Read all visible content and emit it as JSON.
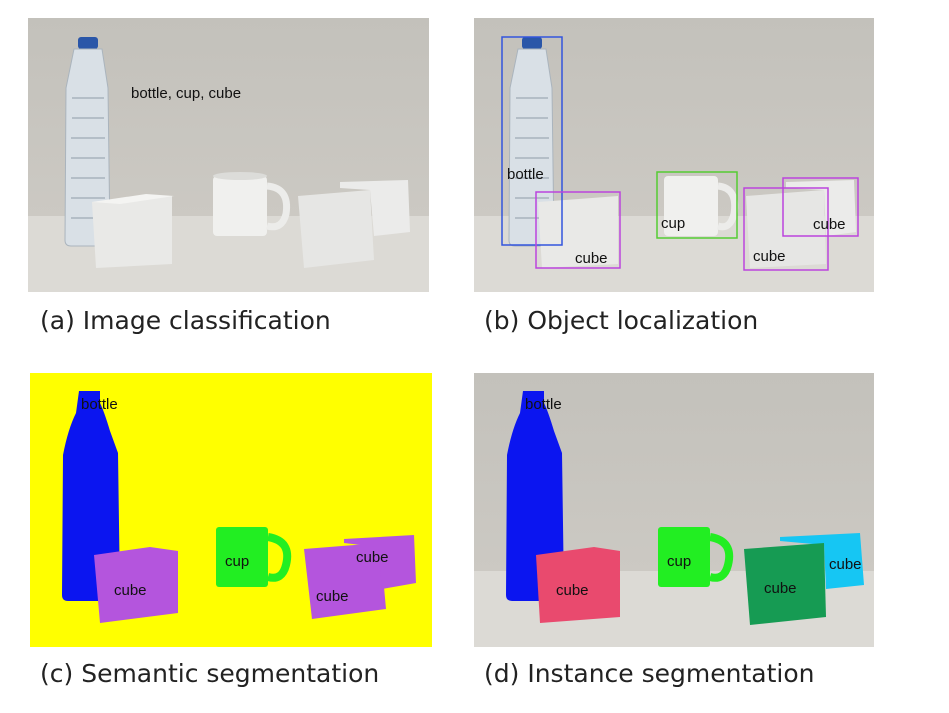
{
  "panels": {
    "a": {
      "caption": "(a) Image classification",
      "label": "bottle, cup, cube"
    },
    "b": {
      "caption": "(b) Object localization",
      "labels": {
        "bottle": "bottle",
        "cup": "cup",
        "cube1": "cube",
        "cube2": "cube",
        "cube3": "cube"
      }
    },
    "c": {
      "caption": "(c) Semantic segmentation",
      "labels": {
        "bottle": "bottle",
        "cup": "cup",
        "cube1": "cube",
        "cube2": "cube",
        "cube3": "cube"
      }
    },
    "d": {
      "caption": "(d) Instance segmentation",
      "labels": {
        "bottle": "bottle",
        "cup": "cup",
        "cube1": "cube",
        "cube2": "cube",
        "cube3": "cube"
      }
    }
  },
  "colors": {
    "photo_wall": "#c9c6c0",
    "photo_table": "#dedcd7",
    "semantic_background": "#ffff00",
    "bottle_mask": "#0b15f0",
    "cup_mask": "#22ee22",
    "semantic_cube_mask": "#b455dd",
    "instance_cube_1": "#e94a6e",
    "instance_cube_2": "#169b53",
    "instance_cube_3": "#16c6f3",
    "box_bottle": "#3355dd",
    "box_cup": "#55cc33",
    "box_cube": "#bb44dd"
  }
}
